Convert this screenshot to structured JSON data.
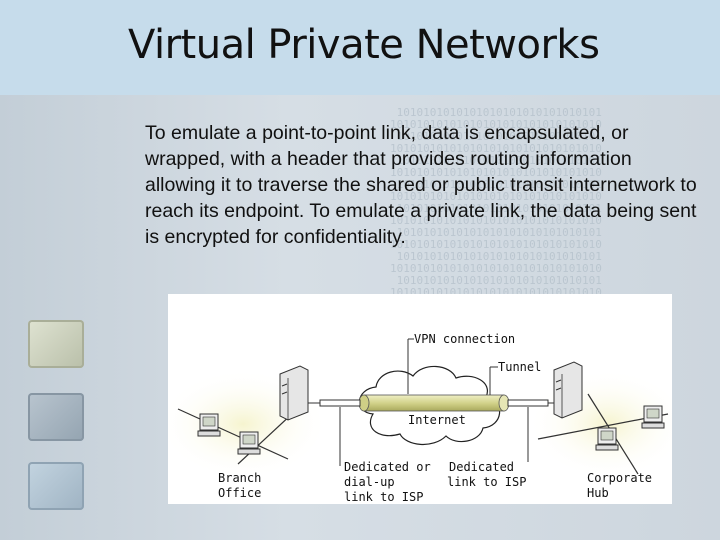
{
  "slide": {
    "title": "Virtual Private Networks",
    "body": "To emulate a point-to-point link, data is encapsulated, or wrapped, with a header that provides routing information allowing it to traverse the shared or public transit internetwork to reach its endpoint. To emulate a private link, the data being sent is encrypted for confidentiality."
  },
  "diagram": {
    "vpn_connection": "VPN connection",
    "tunnel": "Tunnel",
    "internet": "Internet",
    "branch_office_1": "Branch",
    "branch_office_2": "Office",
    "dedicated_dialup_1": "Dedicated or",
    "dedicated_dialup_2": "dial-up",
    "dedicated_dialup_3": "link to ISP",
    "dedicated_link_1": "Dedicated",
    "dedicated_link_2": "link to ISP",
    "corporate_hub_1": "Corporate",
    "corporate_hub_2": "Hub"
  },
  "colors": {
    "title_band": "#c6dceb",
    "cloud_glow": "#f3f1c6",
    "tunnel": "#d6d69a"
  }
}
